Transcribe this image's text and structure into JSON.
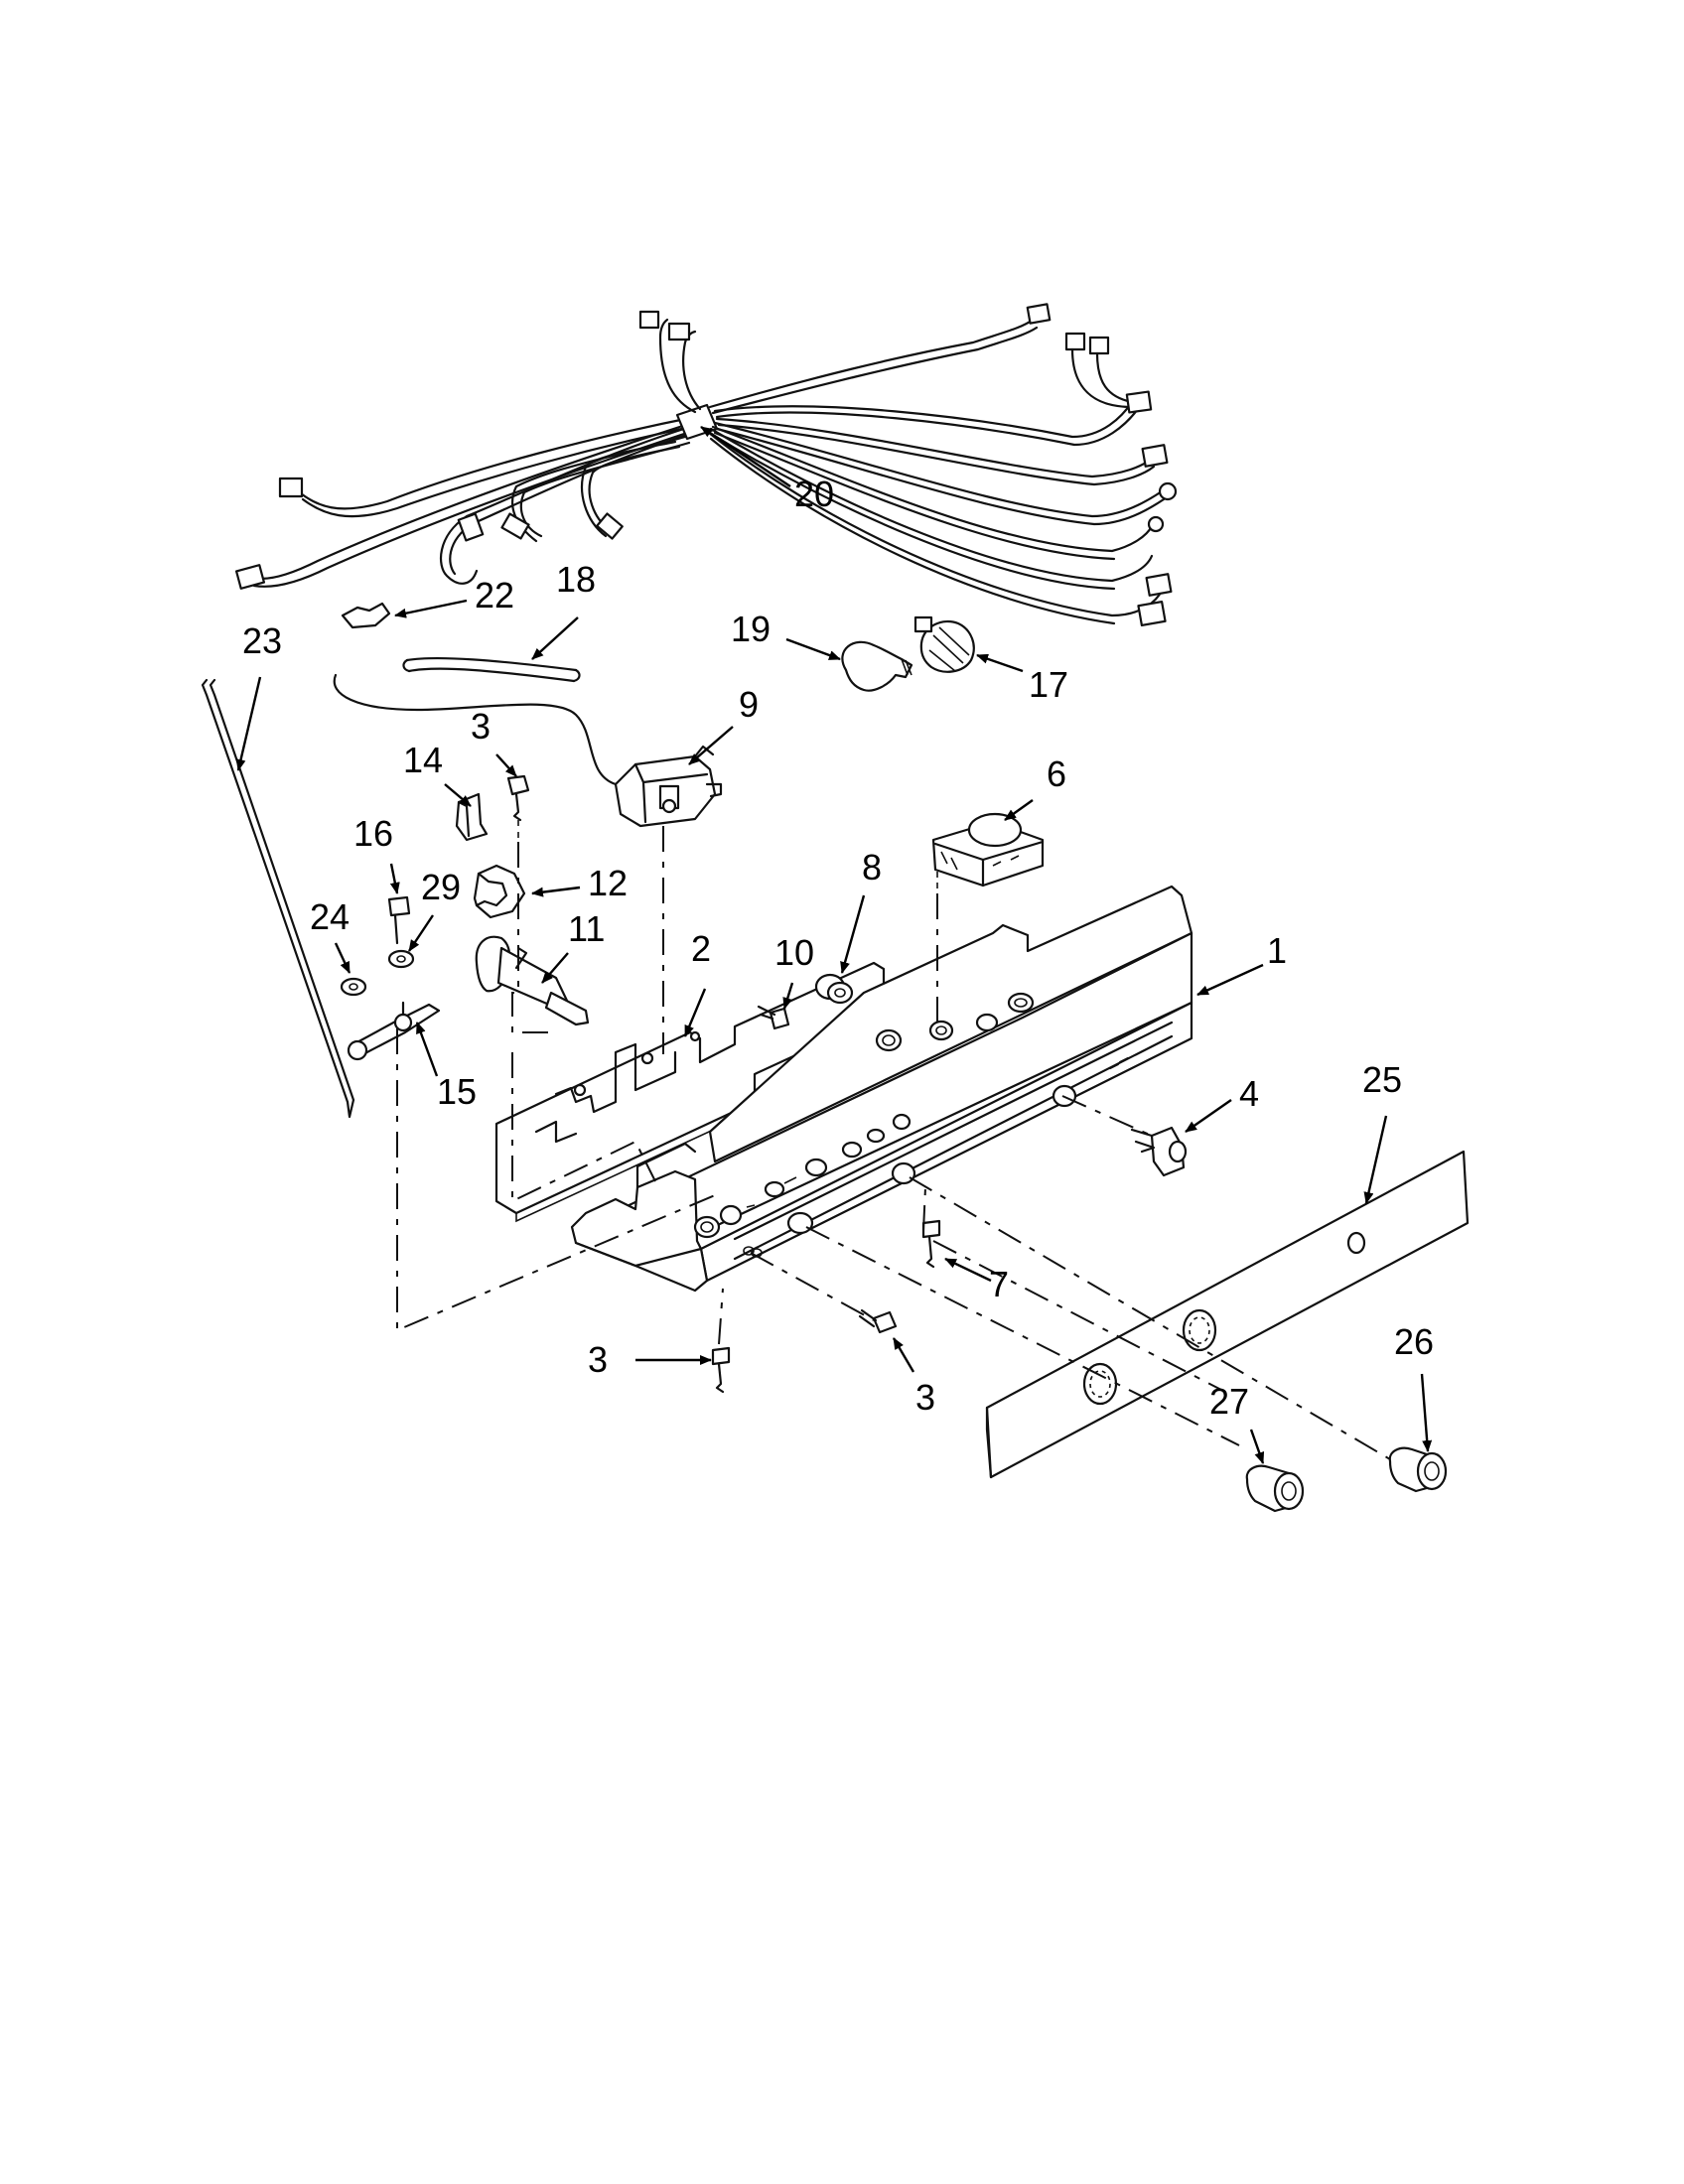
{
  "labels": {
    "l1": "1",
    "l2": "2",
    "l3a": "3",
    "l3b": "3",
    "l3c": "3",
    "l4": "4",
    "l6": "6",
    "l7": "7",
    "l8": "8",
    "l9": "9",
    "l10": "10",
    "l11": "11",
    "l12": "12",
    "l14": "14",
    "l15": "15",
    "l16": "16",
    "l17": "17",
    "l18": "18",
    "l19": "19",
    "l20": "20",
    "l22": "22",
    "l23": "23",
    "l24": "24",
    "l25": "25",
    "l26": "26",
    "l27": "27",
    "l29": "29"
  }
}
